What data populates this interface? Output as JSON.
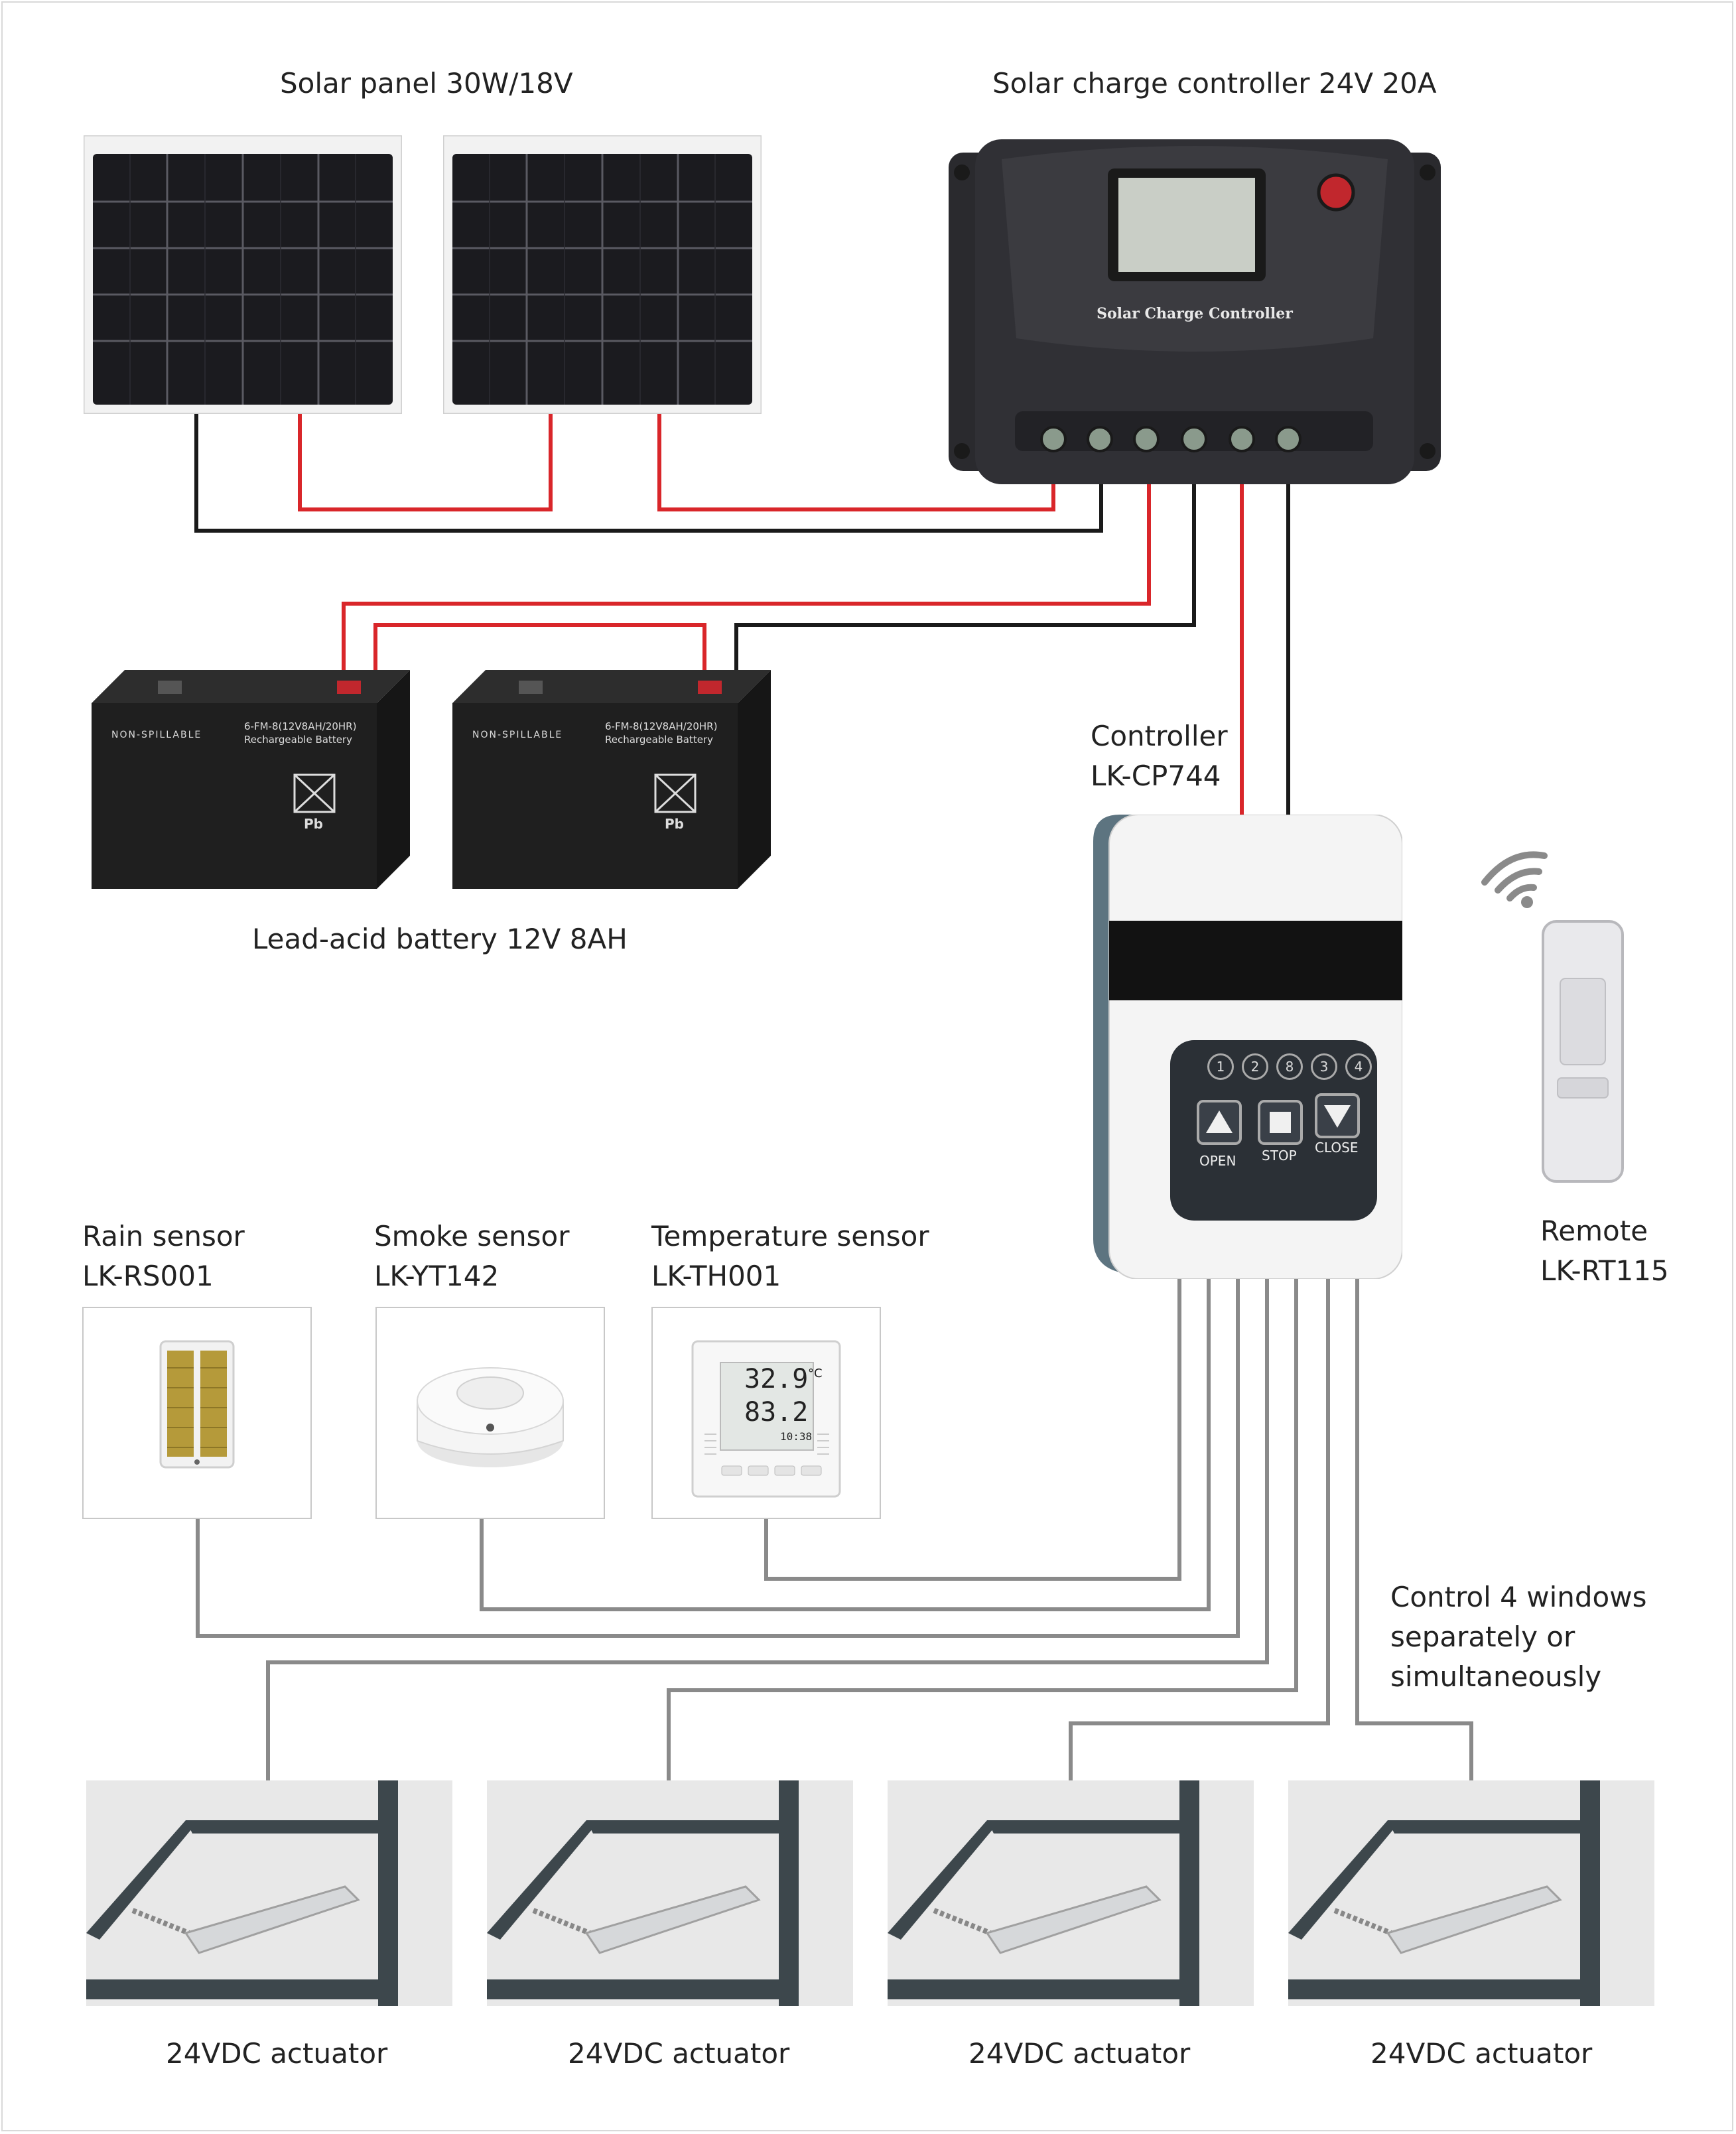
{
  "labels": {
    "solar_panel": "Solar panel 30W/18V",
    "charge_controller": "Solar charge controller 24V 20A",
    "charge_controller_face": "Solar Charge Controller",
    "battery": "Lead-acid battery 12V 8AH",
    "controller_name": "Controller",
    "controller_model": "LK-CP744",
    "remote_name": "Remote",
    "remote_model": "LK-RT115",
    "rain_name": "Rain sensor",
    "rain_model": "LK-RS001",
    "smoke_name": "Smoke sensor",
    "smoke_model": "LK-YT142",
    "temp_name": "Temperature sensor",
    "temp_model": "LK-TH001",
    "control_note": [
      "Control 4 windows",
      "separately or",
      "simultaneously"
    ],
    "actuator": "24VDC actuator"
  },
  "battery_face": {
    "model": "6-FM-8(12V8AH/20HR)",
    "type": "Rechargeable Battery",
    "spill": "NON-SPILLABLE",
    "pb": "Pb"
  },
  "controller_keypad": {
    "channels": [
      "1",
      "2",
      "8",
      "3",
      "4"
    ],
    "open": "OPEN",
    "stop": "STOP",
    "close": "CLOSE"
  },
  "temp_display": {
    "temperature": "32.9",
    "unit": "°C",
    "humidity": "83.2",
    "time": "10:38"
  },
  "colors": {
    "positive_wire": "#d9262a",
    "negative_wire": "#1a1a1a",
    "signal_wire": "#8a8a8a"
  }
}
